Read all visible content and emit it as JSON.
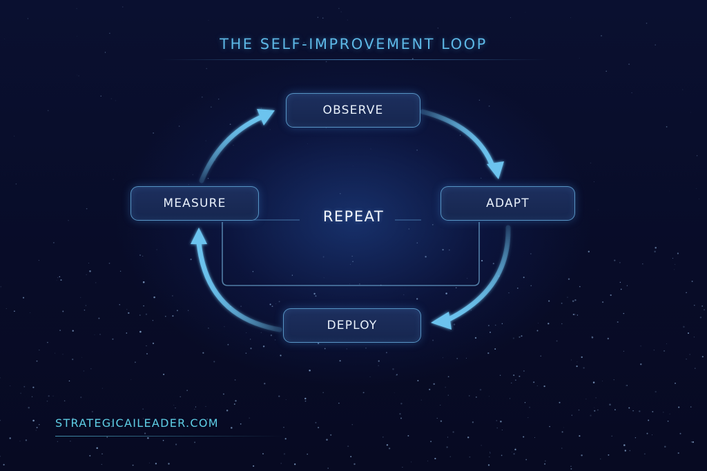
{
  "title": "THE SELF-IMPROVEMENT LOOP",
  "loop": {
    "nodes": {
      "observe": "OBSERVE",
      "adapt": "ADAPT",
      "deploy": "DEPLOY",
      "measure": "MEASURE"
    },
    "center_label": "REPEAT"
  },
  "footer": {
    "website": "STRATEGICAILEADER.COM"
  },
  "colors": {
    "accent": "#5db8e6",
    "arrow": "#6cc3ee",
    "node_border": "#6eb9eb",
    "background": "#070b24"
  }
}
